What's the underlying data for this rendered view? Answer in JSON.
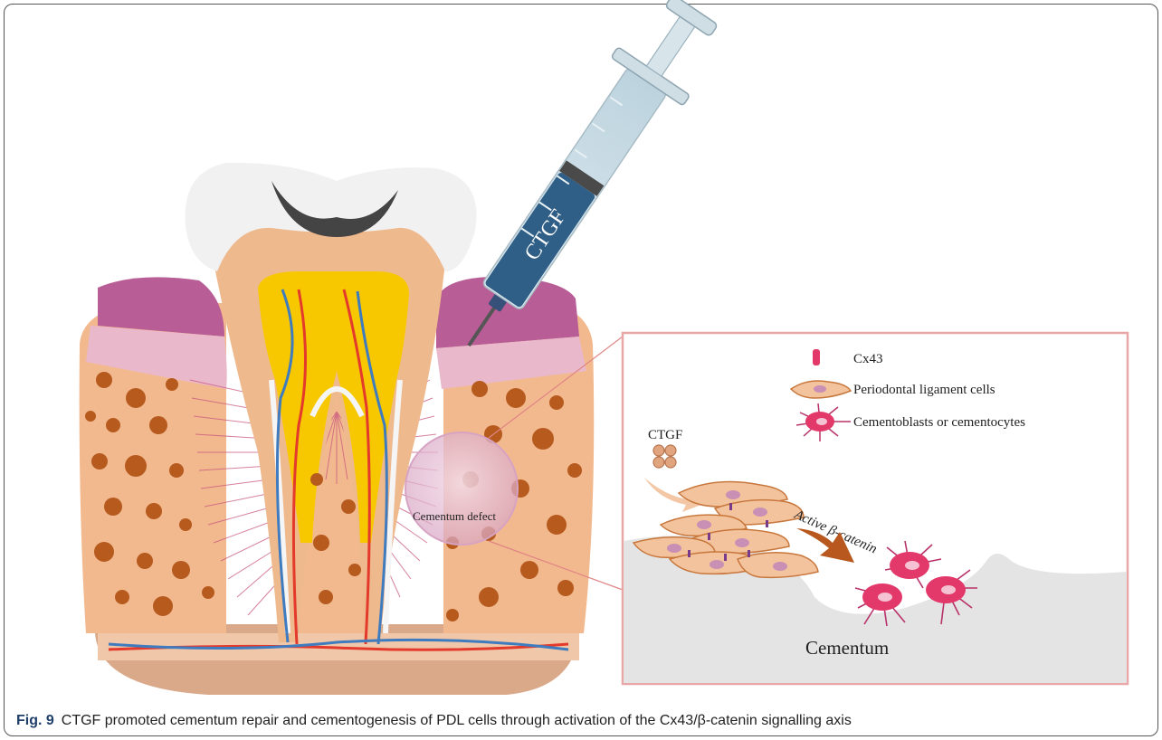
{
  "figure": {
    "label": "Fig. 9",
    "caption": "CTGF promoted cementum repair and cementogenesis of PDL cells through activation of the Cx43/β-catenin signalling axis"
  },
  "syringe": {
    "label": "CTGF"
  },
  "tooth": {
    "defect_label": "Cementum defect"
  },
  "inset": {
    "legend": [
      {
        "icon": "cx43-icon",
        "label": "Cx43"
      },
      {
        "icon": "pdl-cell-icon",
        "label": "Periodontal ligament cells"
      },
      {
        "icon": "cementoblast-icon",
        "label": "Cementoblasts  or cementocytes"
      }
    ],
    "ctgf_label": "CTGF",
    "arrow_label": "Active β-catenin",
    "surface_label": "Cementum"
  },
  "colors": {
    "enamel": "#f1f1f1",
    "dentin": "#efb98e",
    "pulp": "#f7c800",
    "gum_dark": "#b85d95",
    "gum_light": "#e9b9cb",
    "bone": "#f2b98e",
    "bone_spot": "#b65a1e",
    "artery": "#e43a2c",
    "vein": "#3f7bbf",
    "cementoblast": "#e2386a",
    "inset_border": "#e9a6a6"
  }
}
